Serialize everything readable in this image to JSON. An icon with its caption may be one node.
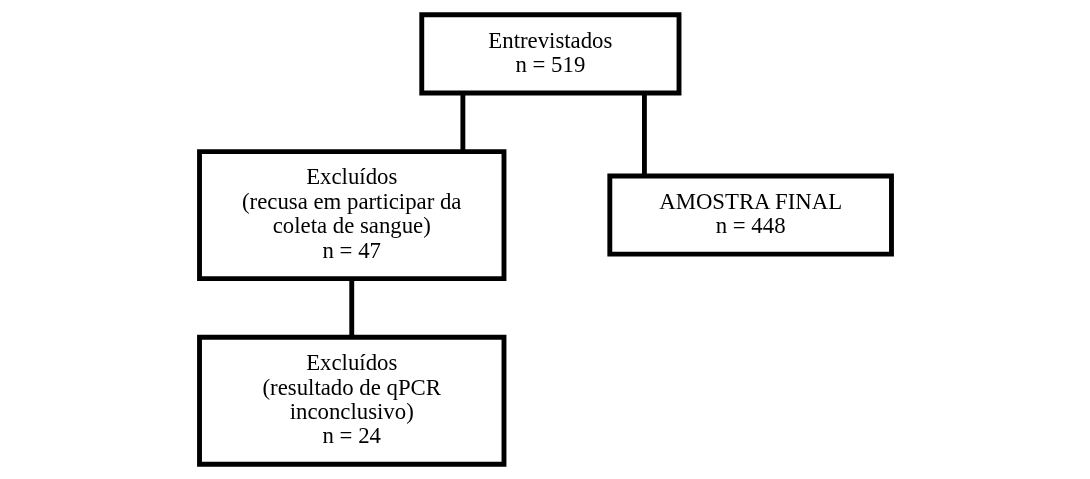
{
  "diagram": {
    "nodes": [
      {
        "text": [
          "Entrevistados",
          "n = 519"
        ]
      },
      {
        "text": [
          "Excluídos",
          "(recusa em participar da coleta de sangue)",
          "n = 47"
        ]
      },
      {
        "text": [
          "Excluídos",
          "(resultado de qPCR inconclusivo)",
          "n = 24"
        ]
      },
      {
        "text": [
          "AMOSTRA FINAL",
          "n = 448"
        ]
      }
    ],
    "edges": [
      {
        "from": 0,
        "to": 1,
        "arrow": "none"
      },
      {
        "from": 0,
        "to": 3,
        "arrow": "none"
      },
      {
        "from": 1,
        "to": 2,
        "arrow": "none"
      }
    ]
  }
}
